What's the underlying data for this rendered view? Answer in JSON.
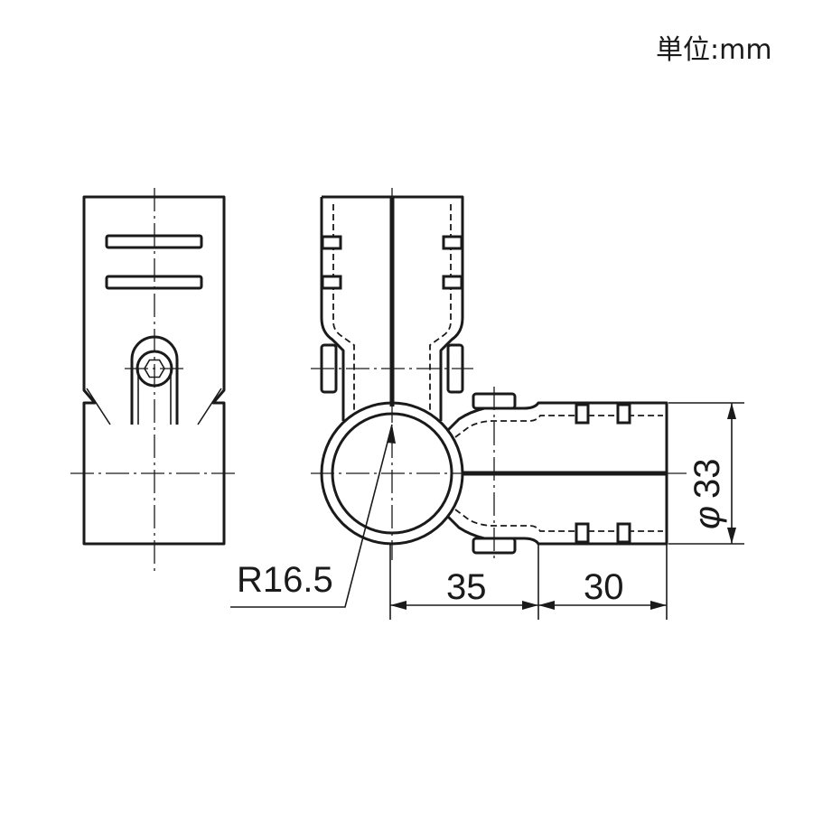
{
  "unit_label": "単位:mm",
  "dimensions": {
    "radius": "R16.5",
    "length_a": "35",
    "length_b": "30",
    "diameter_symbol": "φ",
    "diameter_value": "33"
  }
}
